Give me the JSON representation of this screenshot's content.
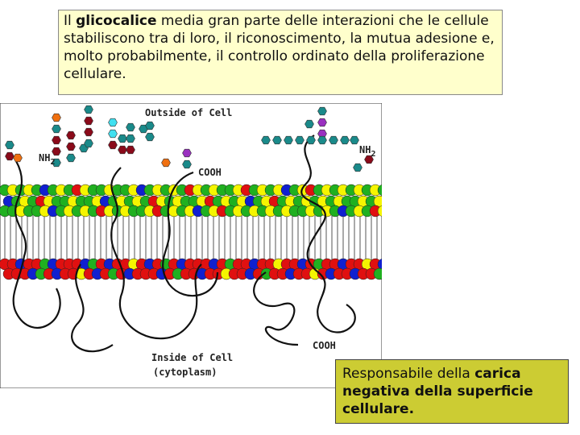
{
  "intro": {
    "part1": "Il ",
    "bold": "glicocalice",
    "part2": " media gran parte delle interazioni che le cellule stabiliscono tra di loro, il riconoscimento, la mutua adesione e, molto probabilmente, il controllo ordinato della proliferazione cellulare."
  },
  "diagram": {
    "outside_label": "Outside of Cell",
    "inside_label_1": "Inside of Cell",
    "inside_label_2": "(cytoplasm)",
    "nh2": "NH",
    "nh2_sub": "2",
    "cooh_1": "COOH",
    "cooh_2": "COOH",
    "colors": {
      "head_red": "#e01010",
      "head_yellow": "#f5f500",
      "head_green": "#20b020",
      "head_blue": "#1020d0",
      "sugar_teal": "#1a8a8a",
      "sugar_maroon": "#8a0a1a",
      "sugar_cyan": "#40e0f0",
      "sugar_purple": "#9a30c0",
      "sugar_orange": "#f07010"
    }
  },
  "note": {
    "part1": "Responsabile della ",
    "bold": "carica negativa della superficie cellulare."
  }
}
